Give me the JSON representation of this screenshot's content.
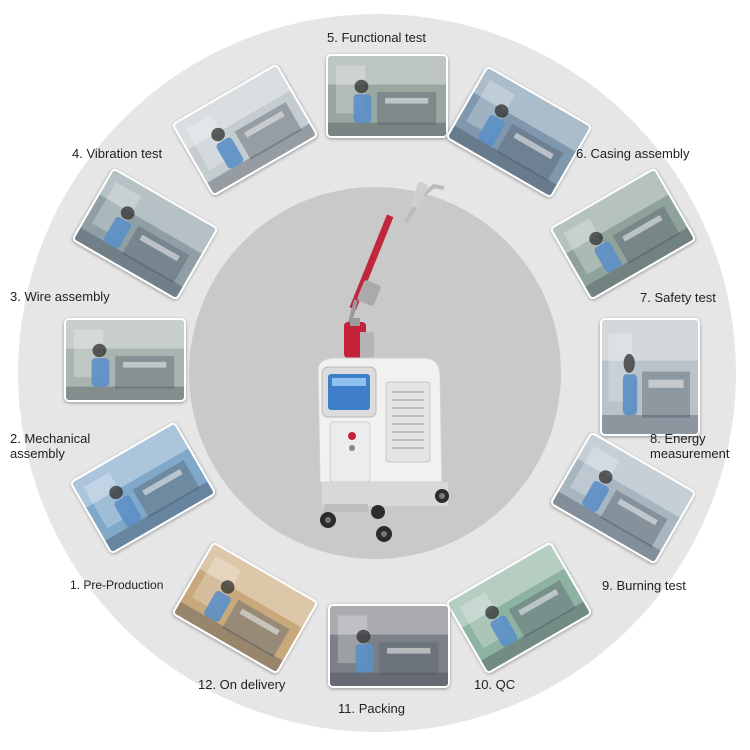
{
  "steps": [
    {
      "label": "1. Pre-Production",
      "icon": "worker-assembly-photo",
      "palette": "#7fa8c9"
    },
    {
      "label": "2. Mechanical\nassembly",
      "icon": "frame-assembly-photo",
      "palette": "#a9b4b0"
    },
    {
      "label": "3. Wire assembly",
      "icon": "wiring-photo",
      "palette": "#8ea0a6"
    },
    {
      "label": "4. Vibration test",
      "icon": "vibration-rig-photo",
      "palette": "#c5ccd0"
    },
    {
      "label": "5. Functional test",
      "icon": "bench-test-photo",
      "palette": "#9aa6a0"
    },
    {
      "label": "6. Casing assembly",
      "icon": "casing-photo",
      "palette": "#7f98ae"
    },
    {
      "label": "7. Safety test",
      "icon": "safety-test-photo",
      "palette": "#8fa39a"
    },
    {
      "label": "8. Energy\nmeasurement",
      "icon": "energy-meter-photo",
      "palette": "#b9c2c8"
    },
    {
      "label": "9. Burning test",
      "icon": "burning-test-photo",
      "palette": "#a8b6c0"
    },
    {
      "label": "10. QC",
      "icon": "qc-inspection-photo",
      "palette": "#8fb3a2"
    },
    {
      "label": "11. Packing",
      "icon": "packing-cases-photo",
      "palette": "#7b7f86"
    },
    {
      "label": "12. On delivery",
      "icon": "delivery-boxes-photo",
      "palette": "#c9a97c"
    }
  ],
  "center": {
    "icon": "laser-machine-icon"
  }
}
